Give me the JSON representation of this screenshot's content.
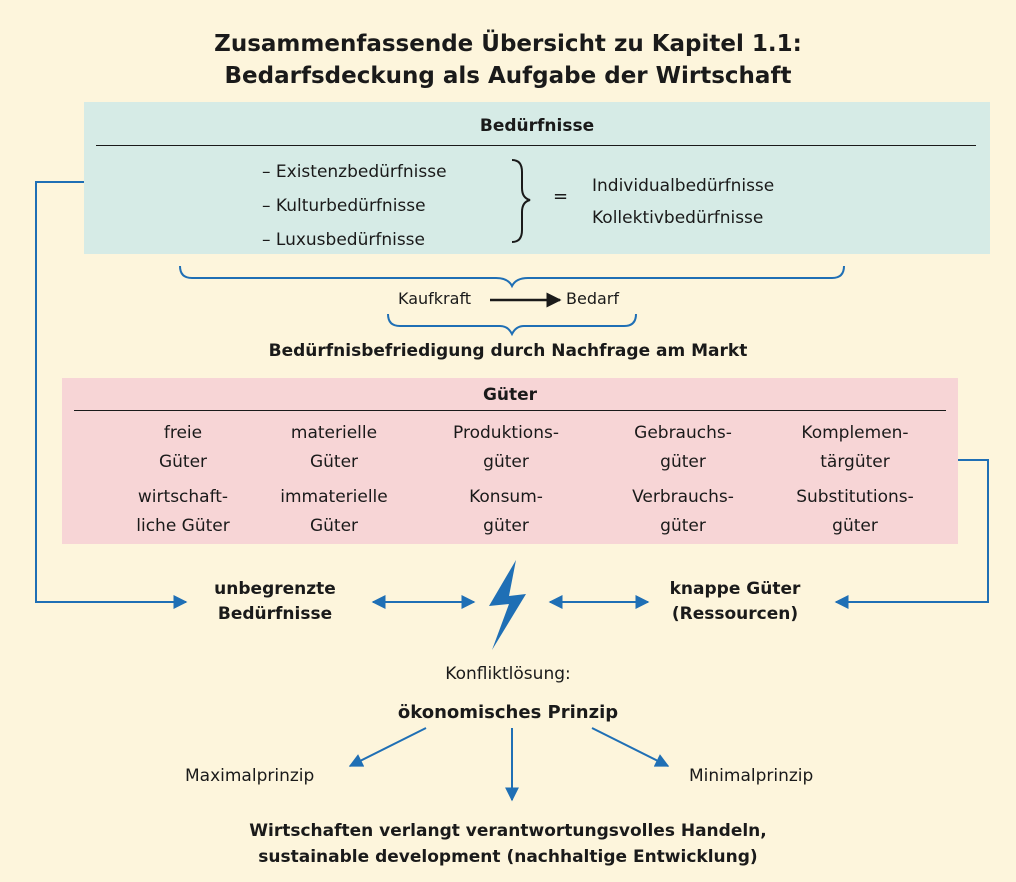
{
  "title": {
    "line1": "Zusammenfassende Übersicht zu Kapitel 1.1:",
    "line2": "Bedarfsdeckung als Aufgabe der Wirtschaft"
  },
  "needs": {
    "heading": "Bedürfnisse",
    "types": [
      "– Existenzbedürfnisse",
      "– Kulturbedürfnisse",
      "– Luxusbedürfnisse"
    ],
    "equals": "=",
    "categories": [
      "Individualbedürfnisse",
      "Kollektivbedürfnisse"
    ]
  },
  "purchasing": {
    "from": "Kaufkraft",
    "to": "Bedarf"
  },
  "satisfaction": "Bedürfnisbefriedigung durch Nachfrage am Markt",
  "goods": {
    "heading": "Güter",
    "columns": [
      {
        "top": [
          "freie",
          "Güter"
        ],
        "bottom": [
          "wirtschaft-",
          "liche Güter"
        ]
      },
      {
        "top": [
          "materielle",
          "Güter"
        ],
        "bottom": [
          "immaterielle",
          "Güter"
        ]
      },
      {
        "top": [
          "Produktions-",
          "güter"
        ],
        "bottom": [
          "Konsum-",
          "güter"
        ]
      },
      {
        "top": [
          "Gebrauchs-",
          "güter"
        ],
        "bottom": [
          "Verbrauchs-",
          "güter"
        ]
      },
      {
        "top": [
          "Komplemen-",
          "tärgüter"
        ],
        "bottom": [
          "Substitutions-",
          "güter"
        ]
      }
    ]
  },
  "conflict": {
    "left": [
      "unbegrenzte",
      "Bedürfnisse"
    ],
    "right": [
      "knappe Güter",
      "(Ressourcen)"
    ],
    "resolution_label": "Konfliktlösung:",
    "principle": "ökonomisches Prinzip",
    "max": "Maximalprinzip",
    "min": "Minimalprinzip"
  },
  "footer": {
    "line1": "Wirtschaften verlangt verantwortungsvolles Handeln,",
    "line2": "sustainable development (nachhaltige Entwicklung)"
  },
  "colors": {
    "background": "#fdf5dc",
    "needs_box": "#d6ebe6",
    "goods_box": "#f7d5d6",
    "arrows": "#1f6fb5"
  }
}
